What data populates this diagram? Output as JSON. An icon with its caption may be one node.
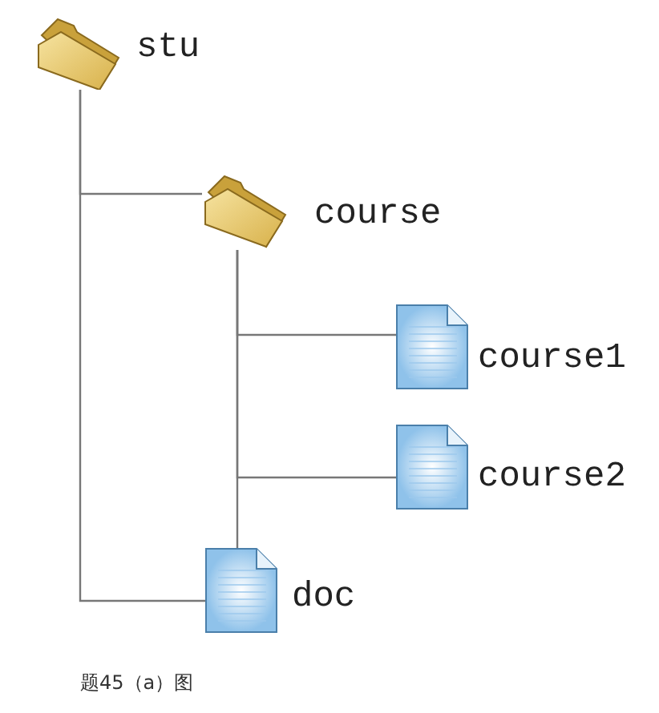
{
  "diagram": {
    "caption": "题45（a）图",
    "nodes": [
      {
        "text": [
          "stu"
        ]
      },
      {
        "text": [
          "course"
        ]
      },
      {
        "text": [
          "course1"
        ]
      },
      {
        "text": [
          "course2"
        ]
      },
      {
        "text": [
          "doc"
        ]
      }
    ],
    "edges": [
      {
        "from": 0,
        "to": 1,
        "arrow": "none"
      },
      {
        "from": 0,
        "to": 4,
        "arrow": "none"
      },
      {
        "from": 1,
        "to": 2,
        "arrow": "none"
      },
      {
        "from": 1,
        "to": 3,
        "arrow": "none"
      },
      {
        "from": 1,
        "to": 4,
        "arrow": "none"
      }
    ]
  }
}
